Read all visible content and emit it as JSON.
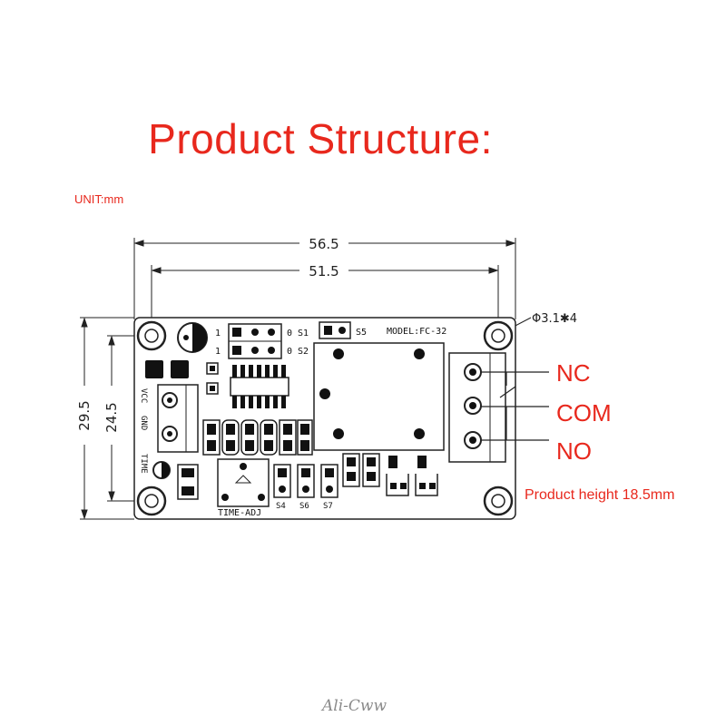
{
  "title": "Product Structure:",
  "unit": "UNIT:mm",
  "dimensions": {
    "outer_width": "56.5",
    "hole_spacing_x": "51.5",
    "outer_height": "29.5",
    "hole_spacing_y": "24.5",
    "hole_spec": "Φ3.1✱4"
  },
  "terminals": {
    "nc": "NC",
    "com": "COM",
    "no": "NO"
  },
  "height_note": "Product height 18.5mm",
  "board_labels": {
    "model": "MODEL:FC-32",
    "s1": "S1",
    "s2": "S2",
    "s5": "S5",
    "s4": "S4",
    "s6": "S6",
    "s7": "S7",
    "one_a": "1",
    "one_b": "1",
    "zero_a": "0",
    "zero_b": "0",
    "vcc": "VCC",
    "gnd": "GND",
    "time": "TIME",
    "time_adj": "TIME-ADJ"
  },
  "watermark": "Ali-Cww",
  "colors": {
    "accent": "#e8281d",
    "outline": "#222222",
    "watermark": "#8a8a8a"
  }
}
